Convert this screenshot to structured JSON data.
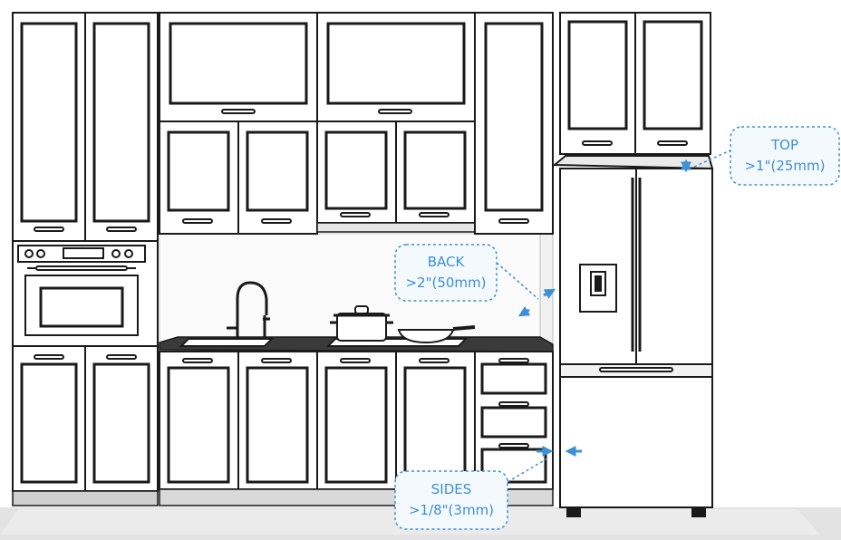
{
  "colors": {
    "line": "#1a1a1a",
    "cabinet": "#ffffff",
    "floor": "#e3e3e3",
    "counter": "#3a3a3a",
    "accent": "#3d8fd6",
    "callout_bg": "#f4f9fe"
  },
  "callouts": {
    "top": {
      "line1": "TOP",
      "line2": ">1\"(25mm)"
    },
    "back": {
      "line1": "BACK",
      "line2": ">2\"(50mm)"
    },
    "sides": {
      "line1": "SIDES",
      "line2": ">1/8\"(3mm)"
    }
  }
}
